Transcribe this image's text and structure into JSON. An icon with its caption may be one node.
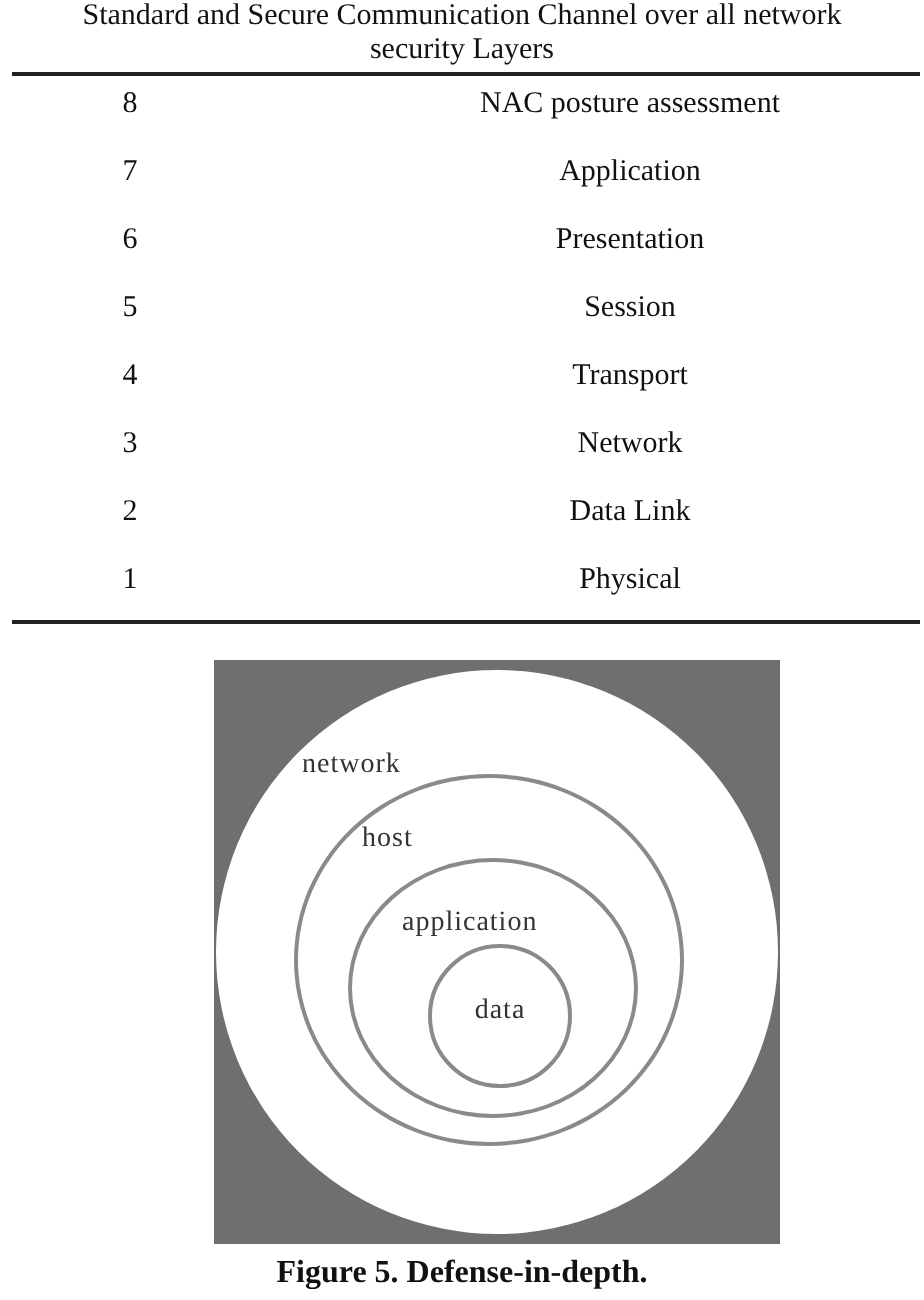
{
  "diagram": {
    "caption": "Figure 5. Defense-in-depth.",
    "nodes": [
      {
        "text": [
          "network"
        ]
      },
      {
        "text": [
          "host"
        ],
        "in": 0
      },
      {
        "text": [
          "application"
        ],
        "in": 1
      },
      {
        "text": [
          "data"
        ],
        "in": 2
      }
    ],
    "labels": [
      "Standard and Secure Communication Channel over all network security Layers",
      "8",
      "NAC posture assessment",
      "7",
      "Application",
      "6",
      "Presentation",
      "5",
      "Session",
      "4",
      "Transport",
      "3",
      "Network",
      "2",
      "Data Link",
      "1",
      "Physical"
    ]
  }
}
